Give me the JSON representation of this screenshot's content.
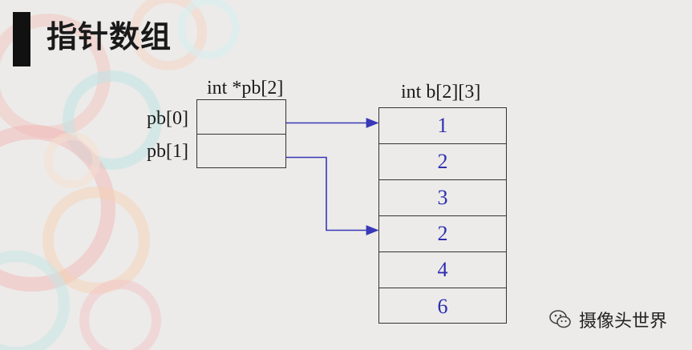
{
  "title": "指针数组",
  "pointer_array": {
    "declaration": "int  *pb[2]",
    "labels": [
      "pb[0]",
      "pb[1]"
    ]
  },
  "target_array": {
    "declaration": "int b[2][3]",
    "values": [
      "1",
      "2",
      "3",
      "2",
      "4",
      "6"
    ]
  },
  "arrows": [
    {
      "from": "pb[0]",
      "to_index": 0
    },
    {
      "from": "pb[1]",
      "to_index": 3
    }
  ],
  "colors": {
    "arrow": "#3838b8",
    "cell_text": "#2f2fb0",
    "title_bar": "#111111"
  },
  "watermark": {
    "icon": "wechat-icon",
    "text": "摄像头世界"
  }
}
